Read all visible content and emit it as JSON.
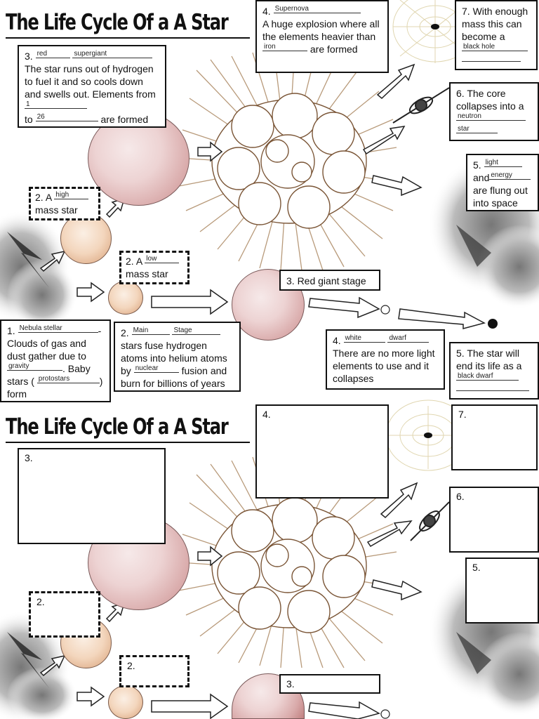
{
  "title": "The Life Cycle Of a A Star",
  "filled": {
    "supernova": {
      "num": "4.",
      "blank": "Supernova",
      "text_before": "A huge explosion where all the elements heavier than",
      "blank2": "iron",
      "text_after": "are formed"
    },
    "black_hole": {
      "num": "7.",
      "text": "With enough mass this can become a",
      "blank": "black hole"
    },
    "red_supergiant": {
      "num": "3.",
      "blank1": "red",
      "blank2": "supergiant",
      "text1": "The star runs out of hydrogen to fuel it and so cools down and swells out. Elements from",
      "blank3": "1",
      "text2": "to",
      "blank4": "26",
      "text3": "are formed"
    },
    "neutron_star": {
      "num": "6.",
      "text": "The core collapses into a",
      "blank1": "neutron",
      "blank2": "star"
    },
    "light_energy": {
      "num": "5.",
      "blank1": "light",
      "and": "and",
      "blank2": "energy",
      "text": "are flung out into space"
    },
    "high_mass": {
      "num": "2.",
      "a": "A",
      "blank": "high",
      "text": "mass star"
    },
    "low_mass": {
      "num": "2.",
      "a": "A",
      "blank": "low",
      "text": "mass star"
    },
    "red_giant": {
      "label": "3. Red giant stage"
    },
    "nebula": {
      "num": "1.",
      "blank": "Nebula stellar",
      "dash": "-",
      "text1": "Clouds of gas and dust gather due to",
      "blank2": "gravity",
      "text2": ". Baby stars (",
      "blank3": "protostars",
      "text3": ")",
      "text4": "form"
    },
    "main_seq": {
      "num": "2.",
      "blank1": "Main",
      "blank2": "Stage",
      "text1": "stars fuse hydrogen atoms into helium atoms by",
      "blank3": "nuclear",
      "text2": "fusion and burn for billions of years"
    },
    "white_dwarf": {
      "num": "4.",
      "blank1": "white",
      "blank2": "dwarf",
      "text": "There are no more light elements to use and it collapses"
    },
    "black_dwarf": {
      "num": "5.",
      "text": "The star will end its life as a",
      "blank": "black dwarf"
    }
  },
  "blank_labels": {
    "b4": "4.",
    "b7": "7.",
    "b3": "3.",
    "b6": "6.",
    "b5": "5.",
    "b2a": "2.",
    "b2b": "2.",
    "b3rg": "3."
  }
}
